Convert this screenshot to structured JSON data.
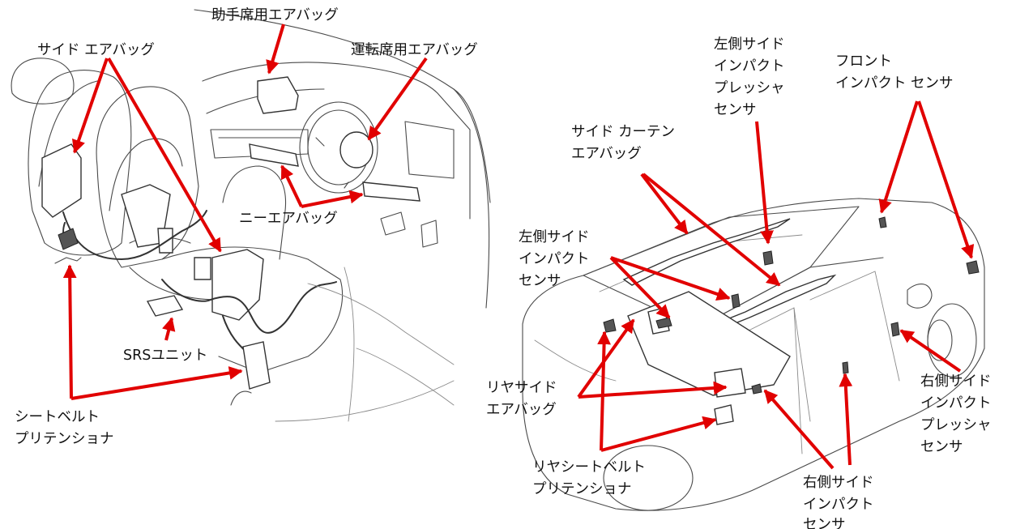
{
  "diagram": {
    "labels": {
      "side_airbag": "サイド エアバッグ",
      "passenger_airbag": "助手席用エアバッグ",
      "driver_airbag": "運転席用エアバッグ",
      "knee_airbag": "ニーエアバッグ",
      "srs_unit": "SRSユニット",
      "seatbelt_pretensioner": [
        "シートベルト",
        "プリテンショナ"
      ],
      "left_side_impact_pressure_sensor": [
        "左側サイド",
        "インパクト",
        "プレッシャ",
        "センサ"
      ],
      "front_impact_sensor": [
        "フロント",
        "インパクト センサ"
      ],
      "side_curtain_airbag": [
        "サイド カーテン",
        "エアバッグ"
      ],
      "left_side_impact_sensor": [
        "左側サイド",
        "インパクト",
        "センサ"
      ],
      "rear_side_airbag": [
        "リヤサイド",
        "エアバッグ"
      ],
      "rear_seatbelt_pretensioner": [
        "リヤシートベルト",
        "プリテンショナ"
      ],
      "right_side_impact_sensor": [
        "右側サイド",
        "インパクト",
        "センサ"
      ],
      "right_side_impact_pressure_sensor": [
        "右側サイド",
        "インパクト",
        "プレッシャ",
        "センサ"
      ]
    },
    "colors": {
      "arrow": "#e10000",
      "text": "#111111",
      "line": "#4a4a4a"
    }
  }
}
